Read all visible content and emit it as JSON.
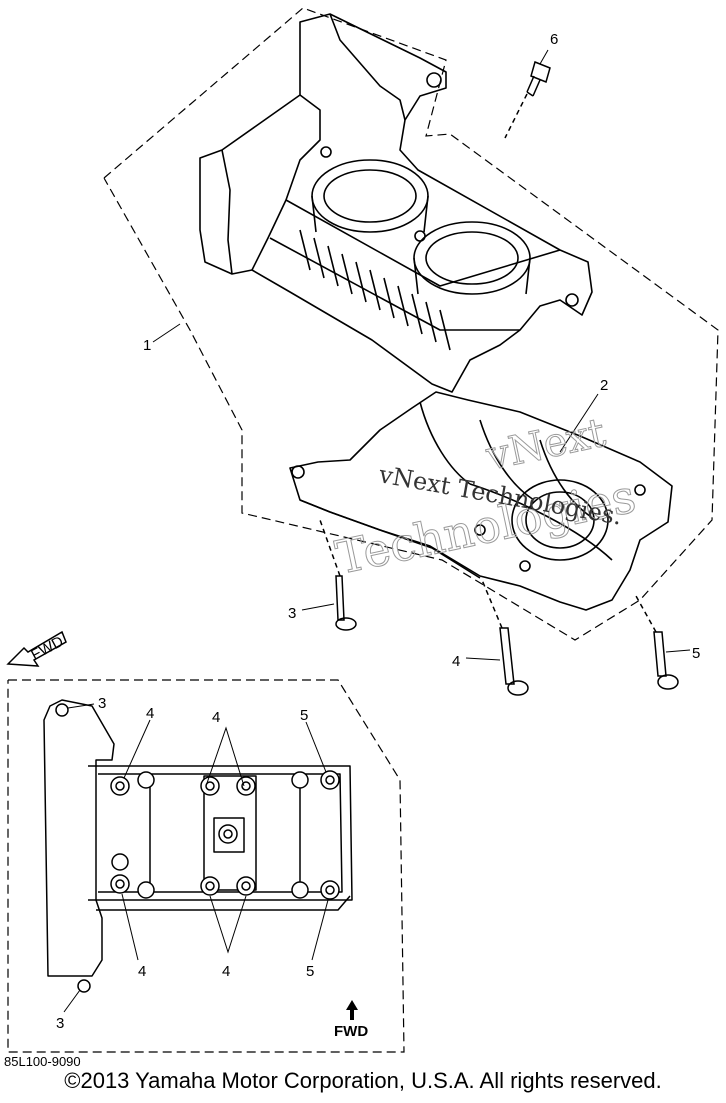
{
  "diagram": {
    "callouts": {
      "c1": "1",
      "c2": "2",
      "c3": "3",
      "c4": "4",
      "c5": "5",
      "c6": "6"
    },
    "fwd_label": "FWD",
    "fwd_arrow_label": "FWD",
    "drawing_code": "85L100-9090",
    "watermark_line1": "vNext Technologies.",
    "watermark_outline1": "vNext",
    "watermark_outline2": "Technologies"
  },
  "footer": {
    "copyright": "©2013 Yamaha Motor Corporation, U.S.A. All rights reserved."
  }
}
